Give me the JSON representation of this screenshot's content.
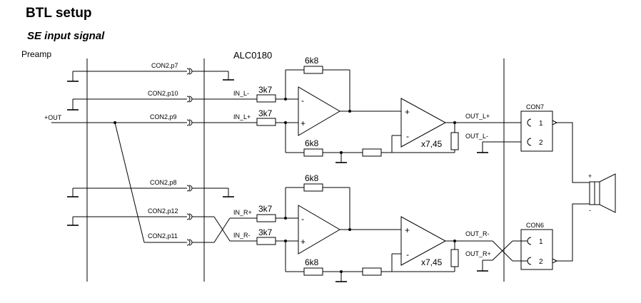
{
  "header": {
    "title": "BTL setup",
    "subtitle": "SE input signal"
  },
  "labels": {
    "preamp": "Preamp",
    "chip": "ALC0180",
    "out_plus": "+OUT",
    "con2_p7": "CON2,p7",
    "con2_p10": "CON2,p10",
    "con2_p9": "CON2,p9",
    "con2_p8": "CON2,p8",
    "con2_p12": "CON2,p12",
    "con2_p11": "CON2,p11",
    "in_l_minus": "IN_L-",
    "in_l_plus": "IN_L+",
    "in_r_plus": "IN_R+",
    "in_r_minus": "IN_R-",
    "r_3k7": "3k7",
    "r_6k8": "6k8",
    "gain": "x7,45",
    "out_l_plus": "OUT_L+",
    "out_l_minus": "OUT_L-",
    "out_r_minus": "OUT_R-",
    "out_r_plus": "OUT_R+",
    "con7": "CON7",
    "con6": "CON6",
    "pin1": "1",
    "pin2": "2",
    "minus": "-",
    "plus": "+"
  }
}
